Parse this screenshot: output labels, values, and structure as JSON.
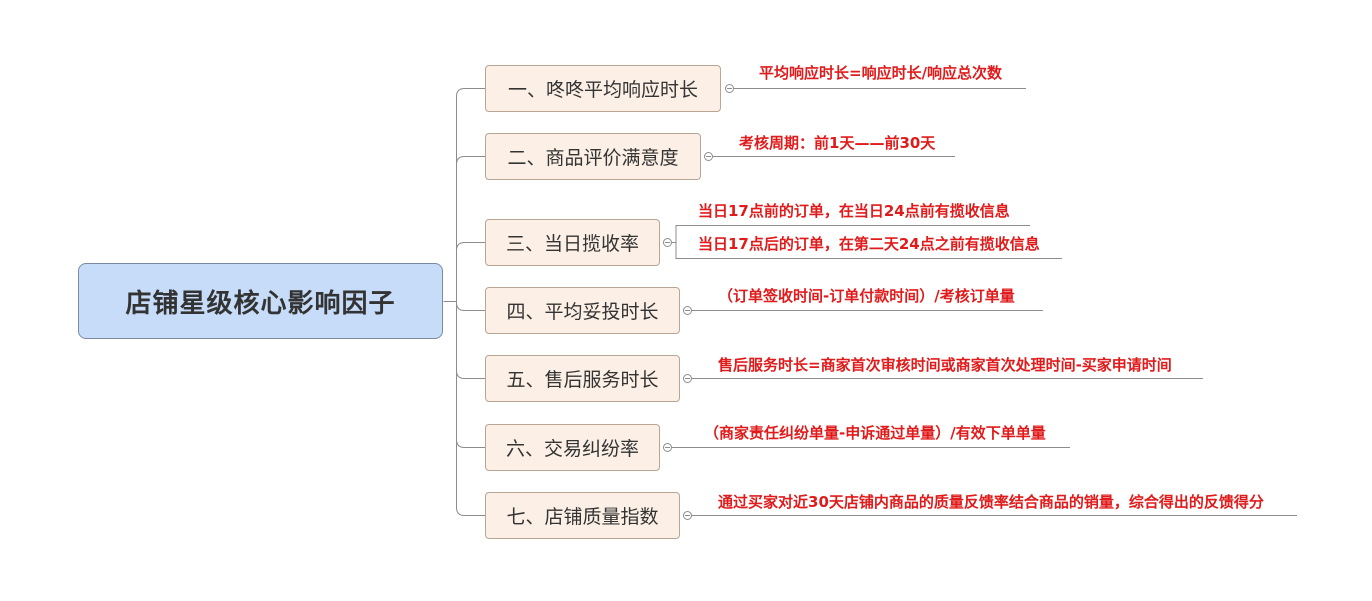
{
  "root": {
    "label": "店铺星级核心影响因子"
  },
  "topics": [
    {
      "label": "一、咚咚平均响应时长",
      "notes": [
        "平均响应时长=响应时长/响应总次数"
      ]
    },
    {
      "label": "二、商品评价满意度",
      "notes": [
        "考核周期：前1天——前30天"
      ]
    },
    {
      "label": "三、当日揽收率",
      "notes": [
        "当日17点前的订单，在当日24点前有揽收信息",
        "当日17点后的订单，在第二天24点之前有揽收信息"
      ]
    },
    {
      "label": "四、平均妥投时长",
      "notes": [
        "（订单签收时间-订单付款时间）/考核订单量"
      ]
    },
    {
      "label": "五、售后服务时长",
      "notes": [
        "售后服务时长=商家首次审核时间或商家首次处理时间-买家申请时间"
      ]
    },
    {
      "label": "六、交易纠纷率",
      "notes": [
        "（商家责任纠纷单量-申诉通过单量）/有效下单单量"
      ]
    },
    {
      "label": "七、店铺质量指数",
      "notes": [
        "通过买家对近30天店铺内商品的质量反馈率结合商品的销量，综合得出的反馈得分"
      ]
    }
  ],
  "colors": {
    "root_fill": "#c6dcf9",
    "topic_fill": "#fcf0e6",
    "note_text": "#e01b1b",
    "connector": "#8c8c8c"
  },
  "icons": {
    "collapse": "collapse-toggle-icon"
  }
}
